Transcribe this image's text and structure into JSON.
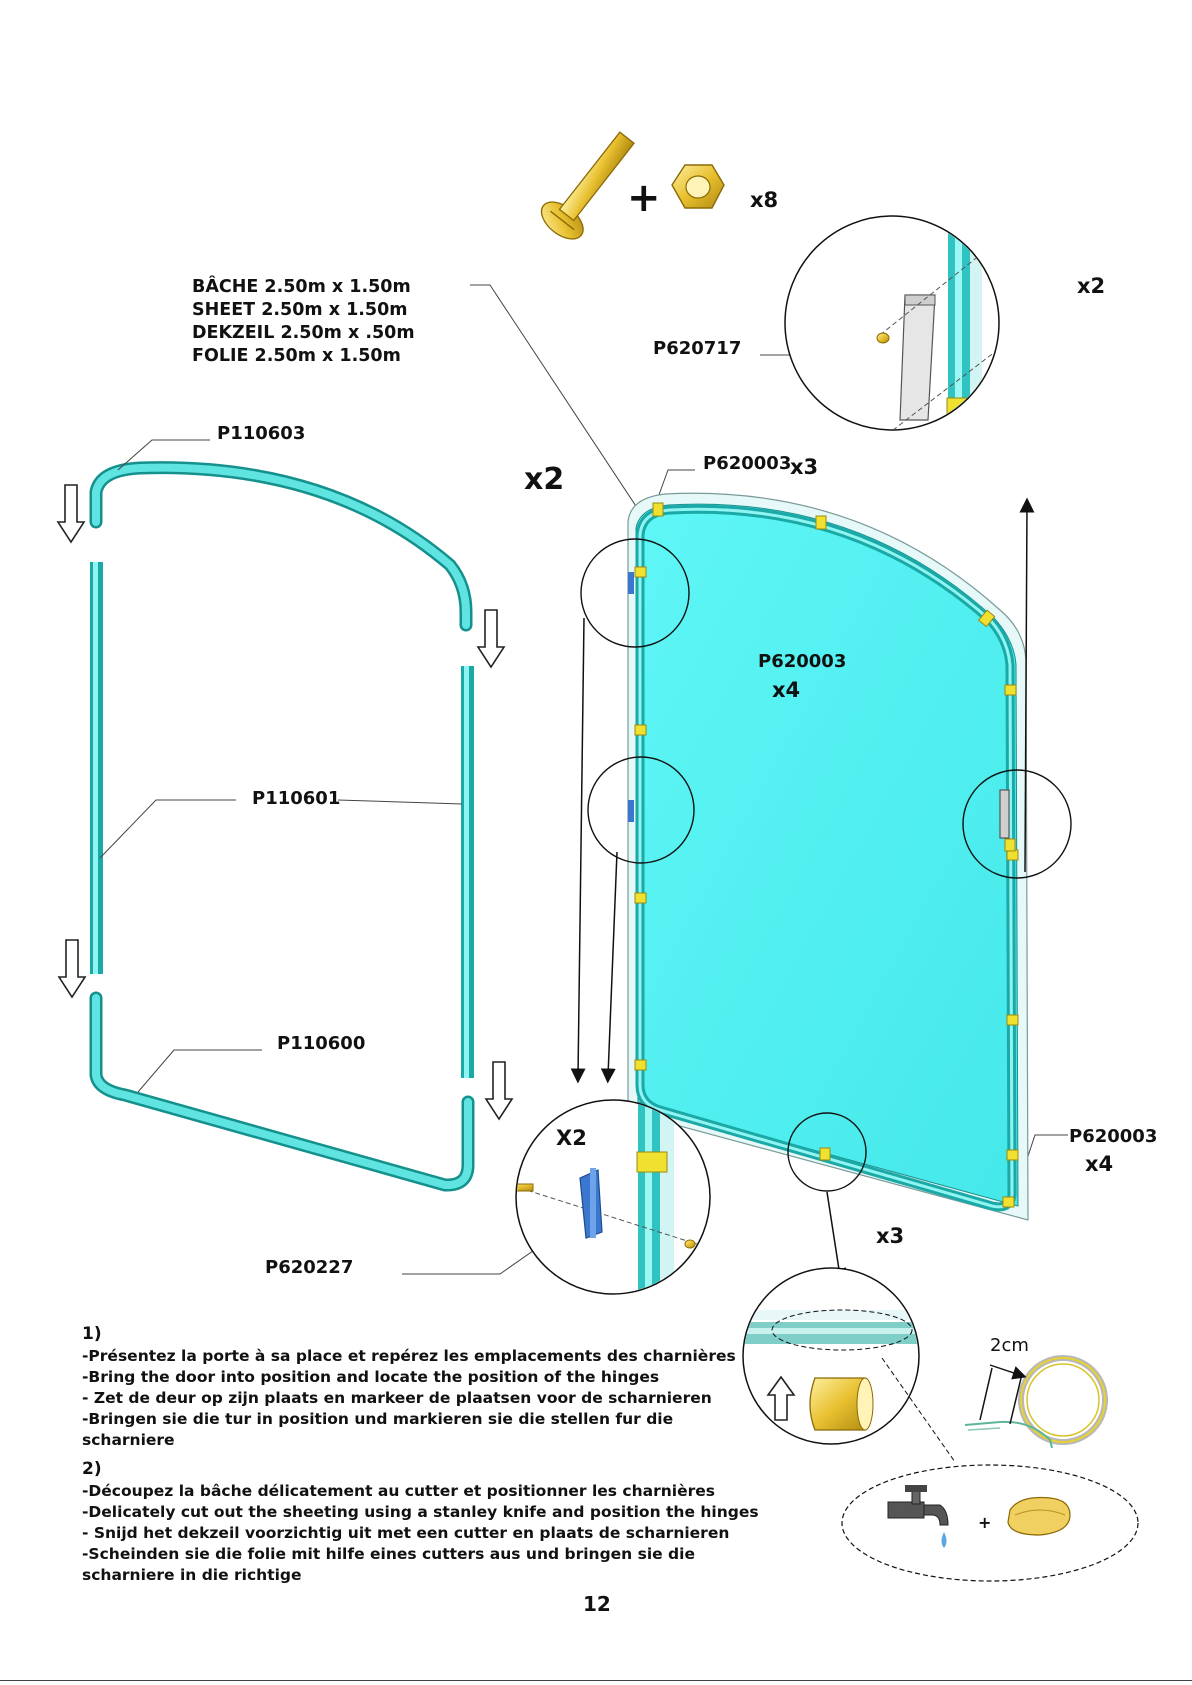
{
  "labels": {
    "p110603": "P110603",
    "p110601": "P110601",
    "p110600": "P110600",
    "p620227": "P620227",
    "p620717": "P620717",
    "p620003_top": "P620003",
    "x3_top": "x3",
    "p620003_mid": "P620003",
    "x4_mid": "x4",
    "p620003_right": "P620003",
    "x4_right": "x4",
    "x2_main": "x2",
    "x8": "x8",
    "plus_top": "+",
    "x2_detail": "x2",
    "X2_hinge": "X2",
    "x3_clip": "x3",
    "dim_2cm": "2cm",
    "plus_tap": "+"
  },
  "sheeting": [
    "BÂCHE 2.50m x 1.50m",
    "SHEET 2.50m x 1.50m",
    "DEKZEIL 2.50m x .50m",
    "FOLIE 2.50m x 1.50m"
  ],
  "instructions": {
    "step1": {
      "num": "1)",
      "lines": [
        "-Présentez la porte à sa place et repérez les emplacements des charnières",
        "-Bring the door into position and locate the position of the hinges",
        "- Zet de deur op zijn plaats en markeer de plaatsen voor de scharnieren",
        " -Bringen sie die tur in position und markieren sie die stellen fur die scharniere"
      ]
    },
    "step2": {
      "num": "2)",
      "lines": [
        "-Découpez la bâche délicatement au cutter et positionner les charnières",
        "-Delicately cut out the sheeting using a stanley knife and position the hinges",
        "- Snijd het dekzeil voorzichtig uit met een cutter en plaats de scharnieren",
        " -Scheinden sie die folie mit hilfe eines cutters aus und bringen sie die scharniere in die richtige"
      ]
    }
  },
  "page_number": "12",
  "colors": {
    "tube": "#3fd6d3",
    "sheet_fill": "#55f2f2",
    "clip": "#f0e030",
    "bolt": "#e8c030",
    "hinge": "#3a78d0"
  }
}
